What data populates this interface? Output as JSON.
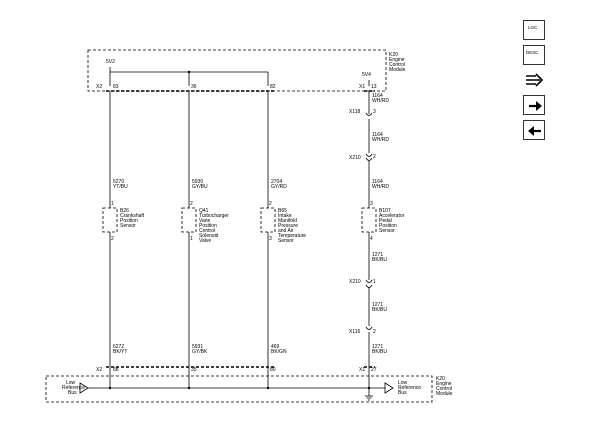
{
  "module": {
    "name_lines": [
      "K20",
      "Engine",
      "Control",
      "Module"
    ],
    "supply_left": "5V2",
    "supply_right": "5V4",
    "connector_left": "X2",
    "connector_right": "X1"
  },
  "pins_top": {
    "p1": "83",
    "p2": "36",
    "p3": "82",
    "p4": "13"
  },
  "pins_bottom": {
    "p1": "88",
    "p2": "35",
    "p3": "80",
    "p4": "27"
  },
  "wires_top": {
    "w1": {
      "num": "6270",
      "color": "YT/BU"
    },
    "w2": {
      "num": "5930",
      "color": "GY/BU"
    },
    "w3": {
      "num": "2704",
      "color": "GY/RD"
    },
    "w4a": {
      "num": "1164",
      "color": "WH/RD"
    },
    "w4b": {
      "num": "1164",
      "color": "WH/RD"
    },
    "w4c": {
      "num": "1164",
      "color": "WH/RD"
    }
  },
  "wires_bottom": {
    "w1": {
      "num": "6272",
      "color": "BK/YT"
    },
    "w2": {
      "num": "5931",
      "color": "GY/BK"
    },
    "w3": {
      "num": "469",
      "color": "BK/GN"
    },
    "w4a": {
      "num": "1271",
      "color": "BK/BU"
    },
    "w4b": {
      "num": "1271",
      "color": "BK/BU"
    },
    "w4c": {
      "num": "1271",
      "color": "BK/BU"
    }
  },
  "inline_connectors": {
    "x118_top": {
      "name": "X118",
      "pin": "3"
    },
    "x210_top": {
      "name": "X210",
      "pin": "2"
    },
    "x210_bot": {
      "name": "X210",
      "pin": "1"
    },
    "x116_bot": {
      "name": "X116",
      "pin": "2"
    }
  },
  "components": [
    {
      "name_lines": [
        "B26",
        "Crankshaft",
        "Position",
        "Sensor"
      ],
      "pin_top": "1",
      "pin_bottom": "2"
    },
    {
      "name_lines": [
        "Q41",
        "Turbocharger",
        "Vane",
        "Position",
        "Control",
        "Solenoid",
        "Valve"
      ],
      "pin_top": "2",
      "pin_bottom": "1"
    },
    {
      "name_lines": [
        "B65",
        "Intake",
        "Manifold",
        "Pressure",
        "and Air",
        "Temperature",
        "Sensor"
      ],
      "pin_top": "2",
      "pin_bottom": "3"
    },
    {
      "name_lines": [
        "B107",
        "Accelerator",
        "Pedal",
        "Position",
        "Sensor"
      ],
      "pin_top": "3",
      "pin_bottom": "4"
    }
  ],
  "bus": {
    "left_lines": [
      "Low",
      "Reference",
      "Bus"
    ],
    "right_lines": [
      "Low",
      "Reference",
      "Bus"
    ]
  },
  "toolbar": {
    "btn1": "LOC",
    "btn2": "DESC",
    "icons": [
      "connector-view-icon",
      "arrow-right-icon",
      "arrow-left-icon"
    ]
  }
}
